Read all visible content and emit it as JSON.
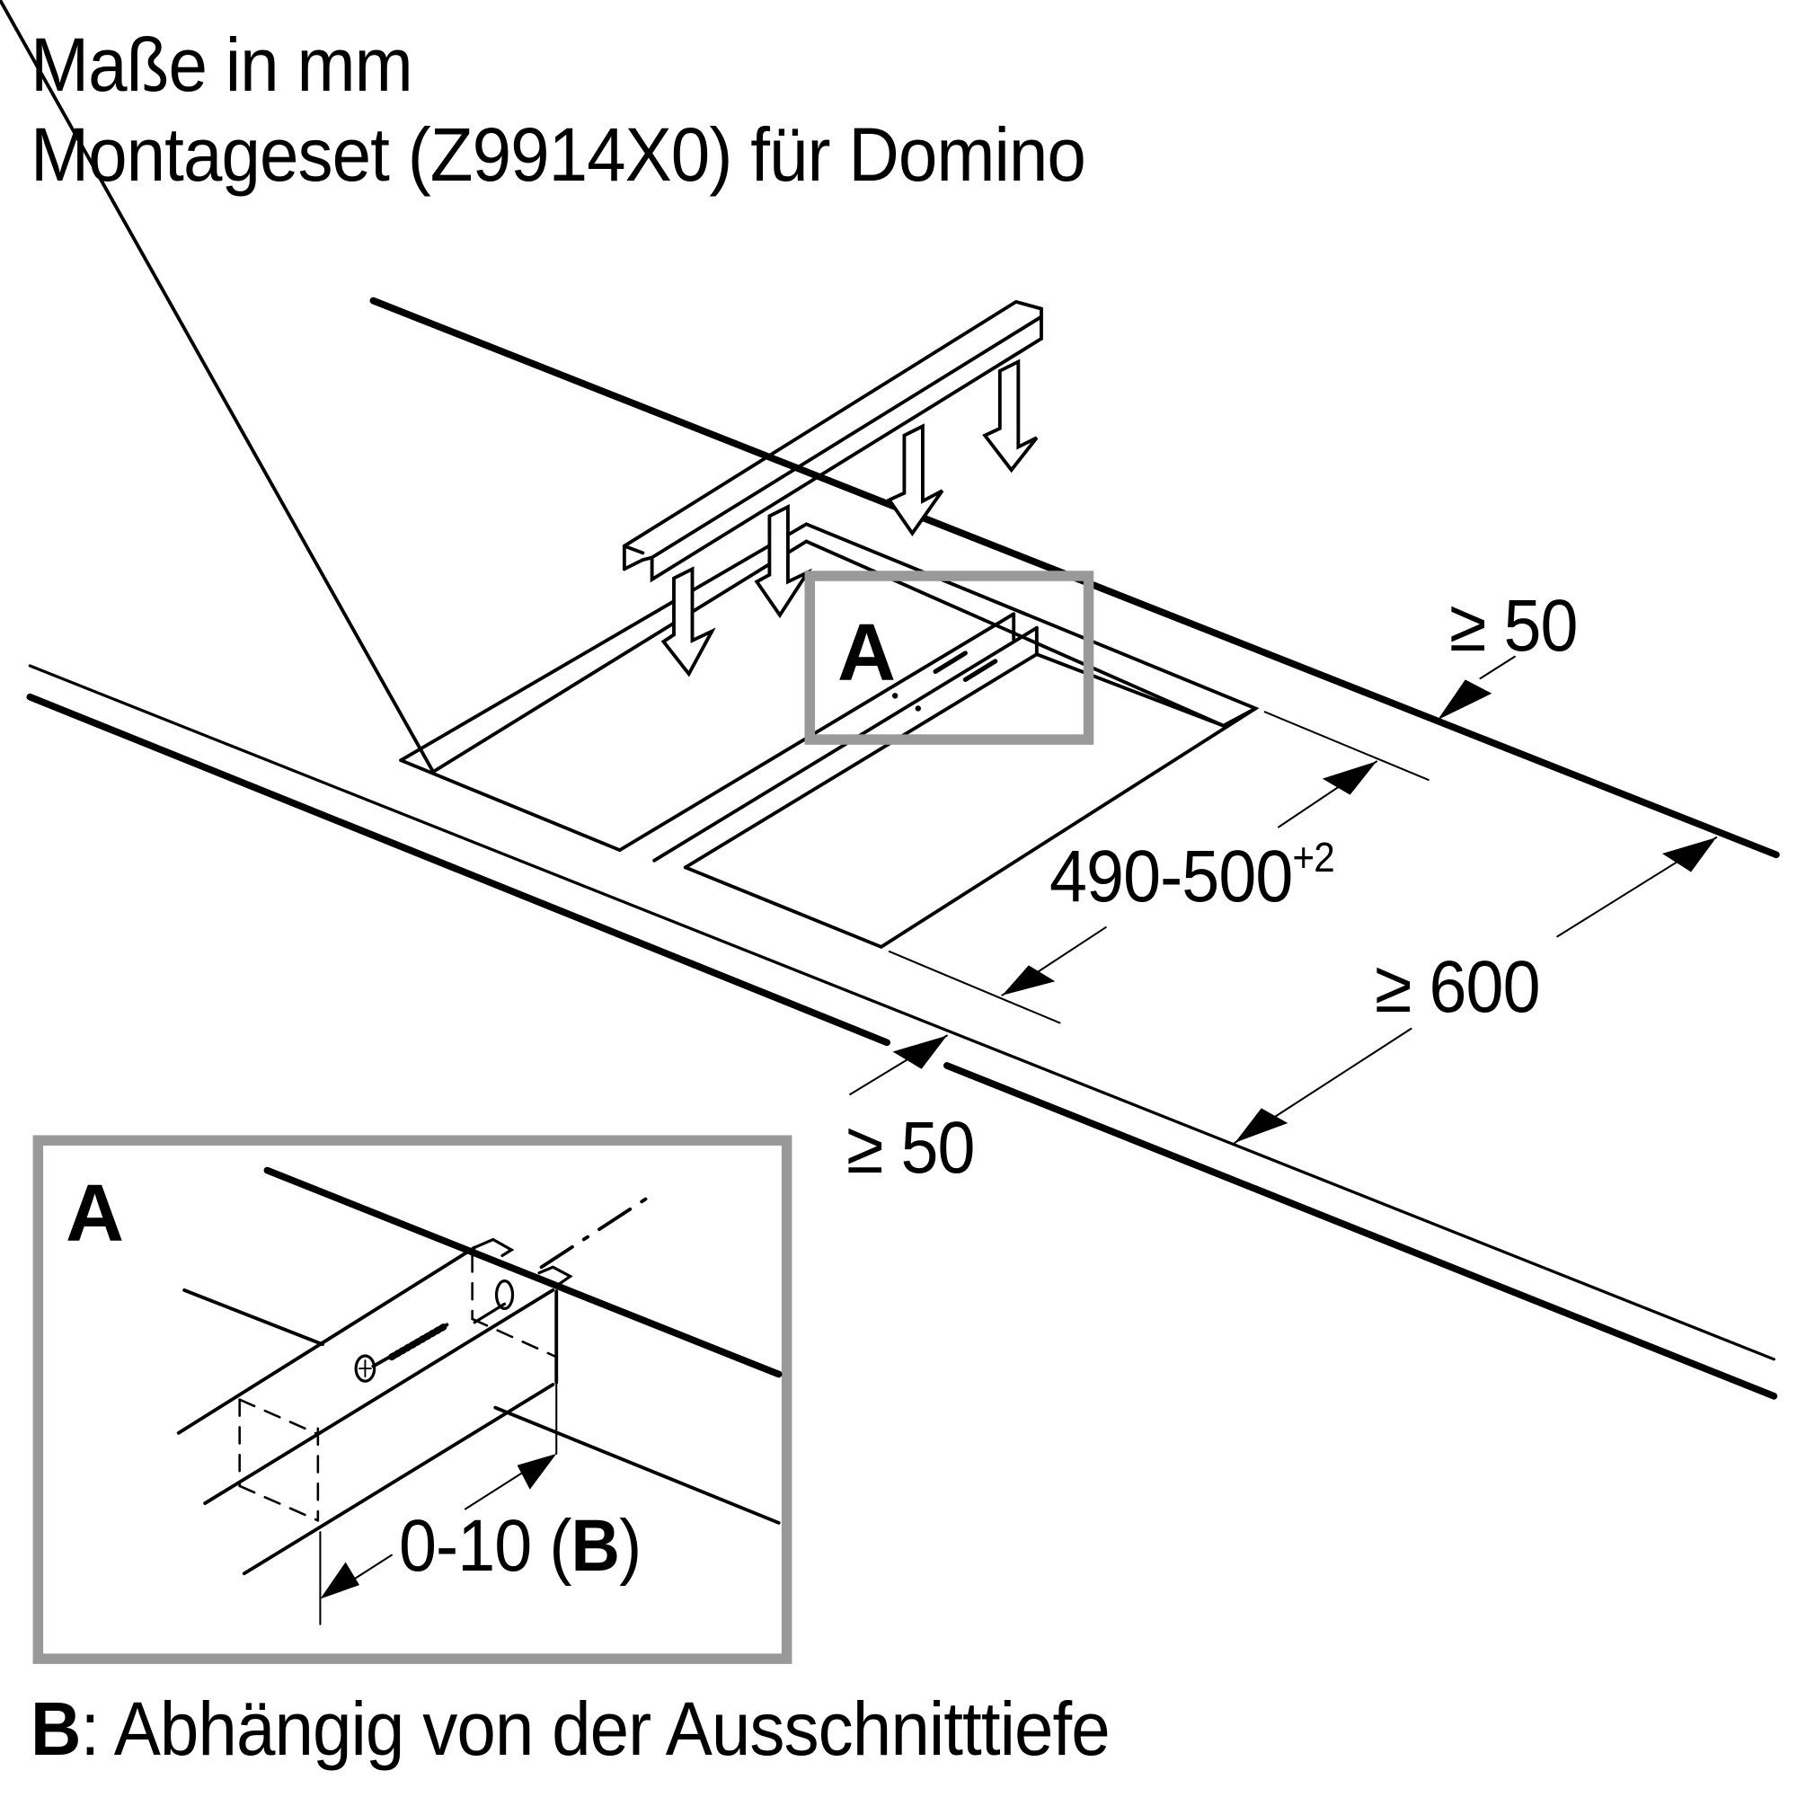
{
  "header": {
    "title_line1": "Maße in mm",
    "title_line2": "Montageset (Z9914X0) für Domino"
  },
  "dimensions": {
    "rear_gap": "≥ 50",
    "cutout_depth_main": "490-500",
    "cutout_depth_tolerance": "+2",
    "worktop_depth": "≥ 600",
    "front_gap": "≥ 50"
  },
  "detail": {
    "callout_label": "A",
    "inset_label": "A",
    "offset_value": "0-10 (",
    "offset_ref": "B",
    "offset_close": ")"
  },
  "footer": {
    "note_key": "B",
    "note_text": ": Abhängig von der Ausschnitttiefe"
  },
  "colors": {
    "line": "#000000",
    "callout_frame": "#999999",
    "background": "#ffffff"
  }
}
